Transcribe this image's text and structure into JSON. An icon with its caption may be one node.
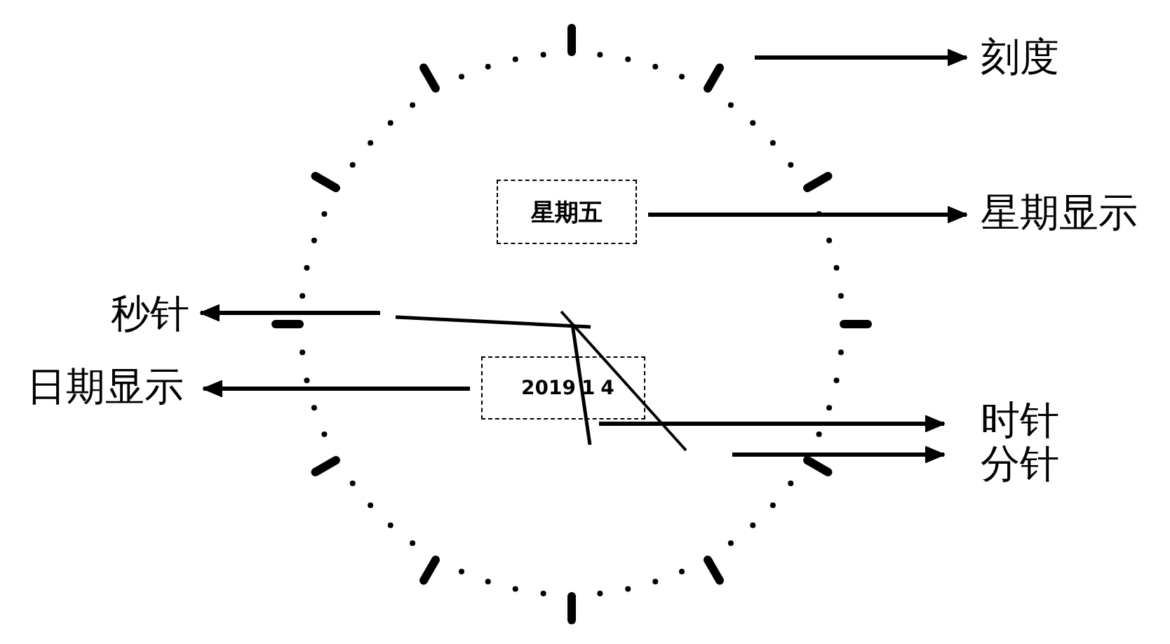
{
  "diagram": {
    "nodes": [
      {
        "text": [
          "刻度"
        ]
      },
      {
        "text": [
          "星期五"
        ]
      },
      {
        "text": [
          "星期显示"
        ]
      },
      {
        "text": [
          "秒针"
        ]
      },
      {
        "text": [],
        "shape": "line"
      },
      {
        "text": [
          "日期显示"
        ]
      },
      {
        "text": [
          "2019 1 4"
        ]
      },
      {
        "text": [],
        "shape": "line"
      },
      {
        "text": [
          "时针"
        ]
      },
      {
        "text": [
          "分针"
        ]
      }
    ],
    "edges": [
      {
        "from": null,
        "to": 0,
        "arrow": "to"
      },
      {
        "from": 1,
        "to": 2,
        "arrow": "to"
      },
      {
        "from": 4,
        "to": 3,
        "arrow": "to"
      },
      {
        "from": 6,
        "to": 5,
        "arrow": "to"
      },
      {
        "from": 7,
        "to": 8,
        "arrow": "to"
      },
      {
        "from": null,
        "to": 9,
        "arrow": "to"
      }
    ]
  }
}
